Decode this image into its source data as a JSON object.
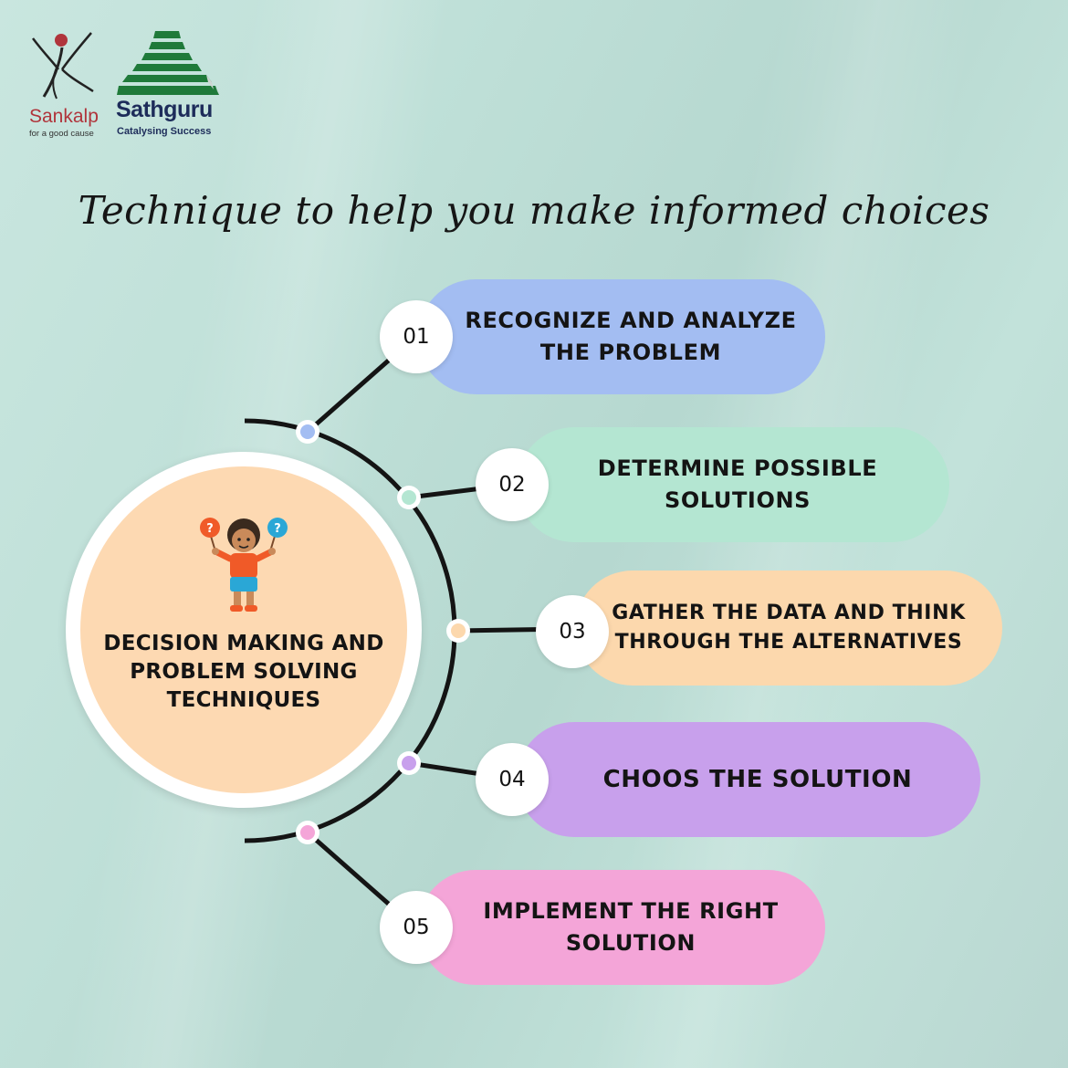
{
  "logos": {
    "sankalp": {
      "name": "Sankalp",
      "tagline": "for a good cause"
    },
    "sathguru": {
      "name": "Sathguru",
      "tagline": "Catalysing Success"
    }
  },
  "title": "Technique to help you make informed choices",
  "center": {
    "lines": [
      "DECISION MAKING AND",
      "PROBLEM SOLVING",
      "TECHNIQUES"
    ],
    "illustration": "child-with-question-signs-icon",
    "fill_color": "#fdd9b2"
  },
  "steps": [
    {
      "number": "01",
      "lines": [
        "RECOGNIZE AND ANALYZE",
        "THE PROBLEM"
      ],
      "color": "#a3bdf2",
      "dot_color": "#a3bdf2"
    },
    {
      "number": "02",
      "lines": [
        "DETERMINE POSSIBLE",
        "SOLUTIONS"
      ],
      "color": "#b4e6d2",
      "dot_color": "#b4e6d2"
    },
    {
      "number": "03",
      "lines": [
        "GATHER THE DATA AND THINK",
        "THROUGH THE ALTERNATIVES"
      ],
      "color": "#fcd8ad",
      "dot_color": "#fcd8ad"
    },
    {
      "number": "04",
      "lines": [
        "CHOOS THE SOLUTION"
      ],
      "color": "#c8a0ec",
      "dot_color": "#c8a0ec"
    },
    {
      "number": "05",
      "lines": [
        "IMPLEMENT THE RIGHT",
        "SOLUTION"
      ],
      "color": "#f4a5d8",
      "dot_color": "#f4a5d8"
    }
  ]
}
